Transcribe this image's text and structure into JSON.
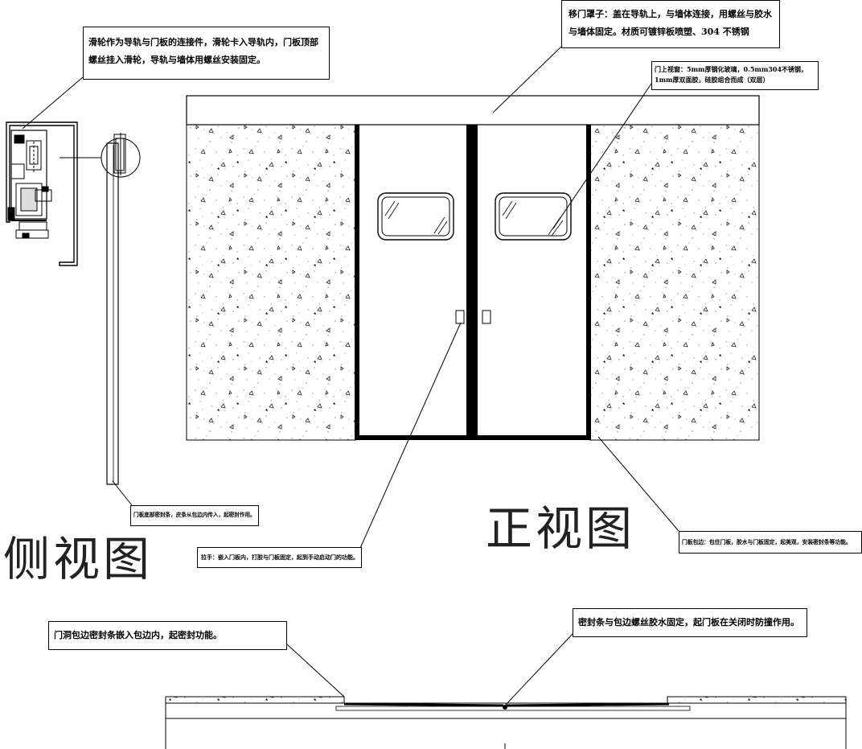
{
  "notes": {
    "pulley": "滑轮作为导轨与门板的连接件，滑轮卡入导轨内，门板顶部螺丝挂入滑轮，导轨与墙体用螺丝安装固定。",
    "cover": "移门罩子：盖在导轨上，与墙体连接，用螺丝与胶水与墙体固定。材质可镀锌板喷塑、304 不锈钢",
    "window": "门上视窗：5mm厚钢化玻璃，0.5mm304不锈钢，1mm厚双面胶，硅胶组合而成（双层）",
    "bottom_seal": "门板底部密封条，皮条从包边内传入，起密封作用。",
    "handle": "拉手：嵌入门板内，打胶与门板固定，起到手动启动门的功能。",
    "edge_wrap": "门板包边：包住门板，胶水与门板固定，起美观，安装密封条等功能。",
    "opening_seal": "门洞包边密封条嵌入包边内，起密封功能。",
    "center_seal": "密封条与包边螺丝胶水固定，起门板在关闭时防撞作用。"
  },
  "titles": {
    "side_view": "侧视图",
    "front_view": "正视图"
  }
}
